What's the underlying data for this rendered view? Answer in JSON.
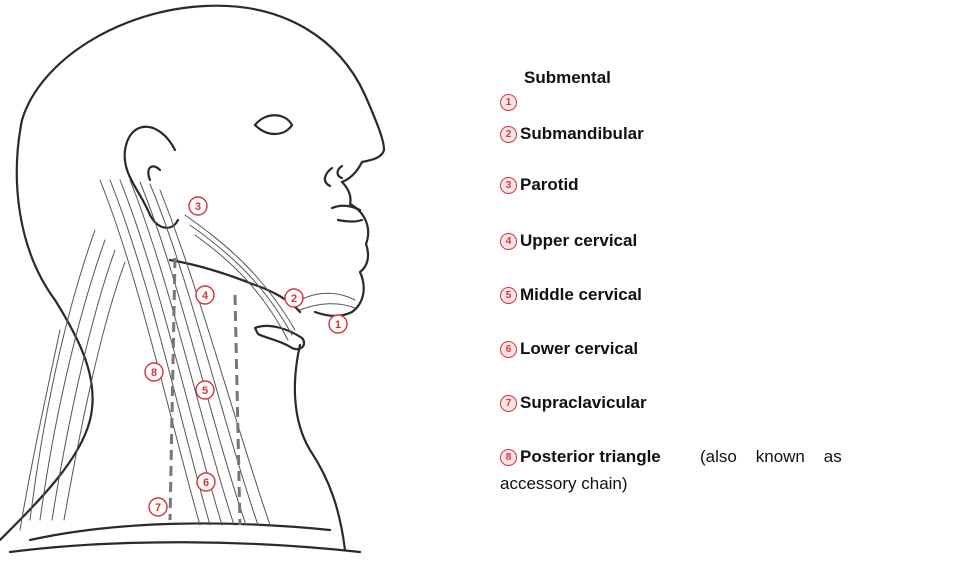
{
  "legend": {
    "items": [
      {
        "num": "1",
        "label": "Submental"
      },
      {
        "num": "2",
        "label": "Submandibular"
      },
      {
        "num": "3",
        "label": "Parotid"
      },
      {
        "num": "4",
        "label": "Upper cervical"
      },
      {
        "num": "5",
        "label": "Middle cervical"
      },
      {
        "num": "6",
        "label": "Lower cervical"
      },
      {
        "num": "7",
        "label": "Supraclavicular"
      },
      {
        "num": "8",
        "label": "Posterior triangle"
      }
    ],
    "note_line1": "(also    known    as",
    "note_line2": "accessory chain)"
  },
  "colors": {
    "marker": "#d8323c",
    "outline": "#2a2a2a",
    "dashed": "#777777"
  }
}
